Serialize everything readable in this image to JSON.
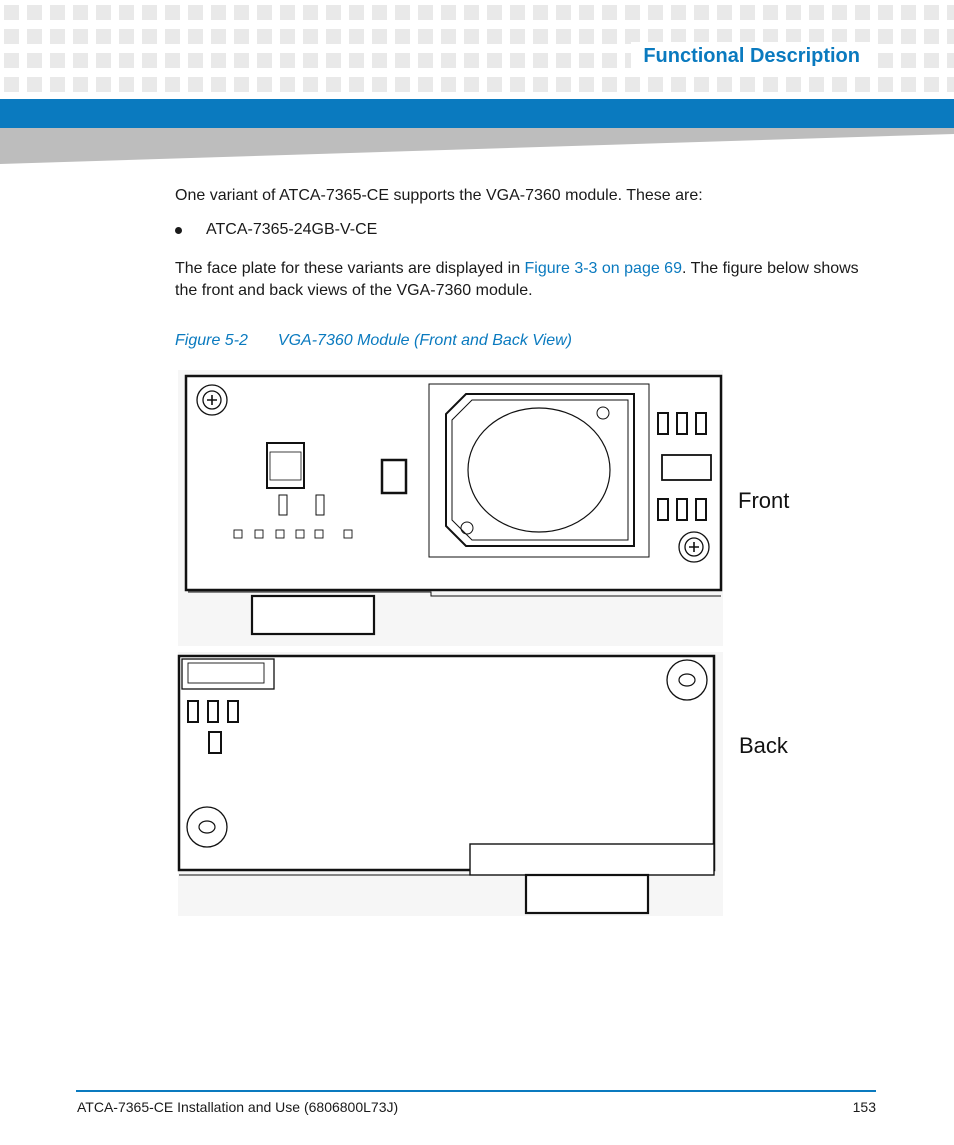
{
  "header": {
    "section_title": "Functional Description"
  },
  "body": {
    "intro": "One variant of ATCA-7365-CE supports the VGA-7360 module. These are:",
    "bullets": [
      "ATCA-7365-24GB-V-CE"
    ],
    "para_prefix": "The face plate for these variants are displayed in ",
    "para_link": "Figure 3-3 on page 69",
    "para_suffix": ". The figure below shows the front and back views of the VGA-7360 module."
  },
  "figure": {
    "number": "Figure 5-2",
    "title": "VGA-7360 Module (Front and Back View)",
    "label_front": "Front",
    "label_back": "Back"
  },
  "footer": {
    "doc_title": "ATCA-7365-CE Installation and Use (6806800L73J)",
    "page_number": "153"
  },
  "colors": {
    "accent": "#0a7abf",
    "grey": "#bdbdbd"
  }
}
